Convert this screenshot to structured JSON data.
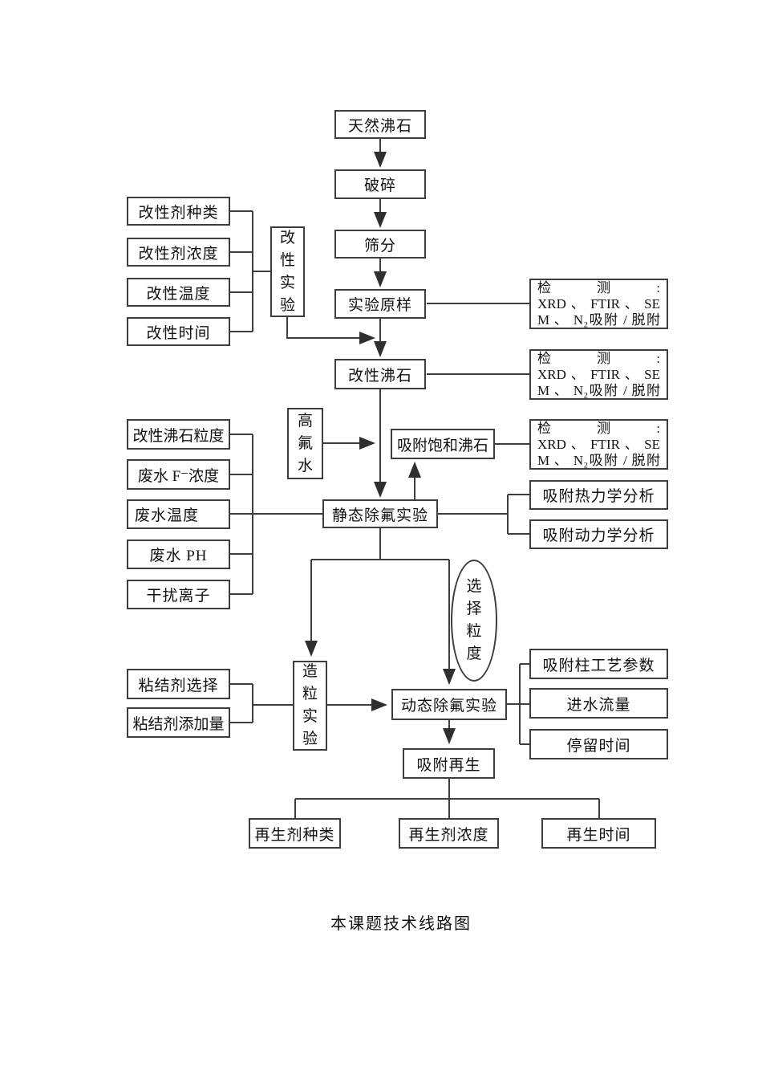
{
  "colors": {
    "line": "#3d3d3d",
    "border": "#3d3d3d",
    "text": "#111111",
    "background": "#ffffff"
  },
  "caption": "本课题技术线路图",
  "nodes": {
    "natural_zeolite": "天然沸石",
    "crushing": "破碎",
    "sieving": "筛分",
    "raw_sample": "实验原样",
    "modified_zeolite": "改性沸石",
    "modifier_type": "改性剂种类",
    "modifier_concentration": "改性剂浓度",
    "modification_temperature": "改性温度",
    "modification_time": "改性时间",
    "modification_experiment": "改性实验",
    "high_fluoride_water": "高氟水",
    "saturated_zeolite": "吸附饱和沸石",
    "static_defluoridation": "静态除氟实验",
    "zeolite_particle_size": "改性沸石粒度",
    "wastewater_f_concentration": "废水 F⁻浓度",
    "wastewater_temperature": "废水温度",
    "wastewater_ph": "废水 PH",
    "interfering_ions": "干扰离子",
    "thermodynamic_analysis": "吸附热力学分析",
    "kinetic_analysis": "吸附动力学分析",
    "particle_selection": "选择粒度",
    "granulation_experiment": "造粒实验",
    "binder_selection": "粘结剂选择",
    "binder_dosage": "粘结剂添加量",
    "dynamic_defluoridation": "动态除氟实验",
    "column_process_parameters": "吸附柱工艺参数",
    "influent_flow": "进水流量",
    "retention_time": "停留时间",
    "adsorption_regeneration": "吸附再生",
    "regenerant_type": "再生剂种类",
    "regenerant_concentration": "再生剂浓度",
    "regeneration_time": "再生时间"
  },
  "detection": {
    "title_left": "检",
    "title_mid": "测",
    "title_colon": ":",
    "line2": "XRD 、 FTIR 、 SE",
    "line3": "M 、 N₂吸附 / 脱附"
  }
}
